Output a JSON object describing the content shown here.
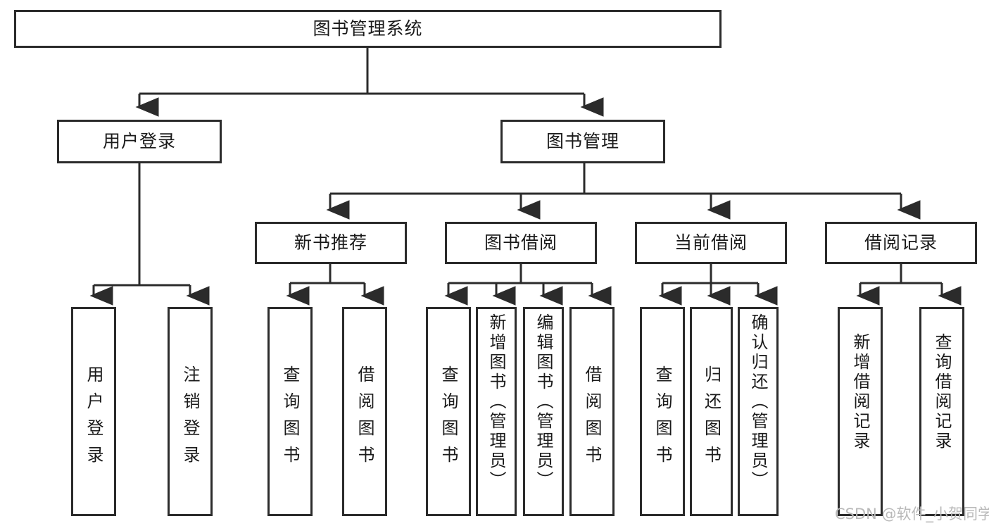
{
  "diagram": {
    "type": "tree",
    "title": "图书管理系统",
    "root": {
      "id": "root",
      "label": "图书管理系统"
    },
    "level2": [
      {
        "id": "user-login",
        "label": "用户登录"
      },
      {
        "id": "book-management",
        "label": "图书管理"
      }
    ],
    "level3": [
      {
        "id": "new-book-recommend",
        "label": "新书推荐"
      },
      {
        "id": "book-borrow",
        "label": "图书借阅"
      },
      {
        "id": "current-borrow",
        "label": "当前借阅"
      },
      {
        "id": "borrow-record",
        "label": "借阅记录"
      }
    ],
    "leaves": [
      {
        "id": "leaf-user-login",
        "label": "用户登录",
        "parent": "user-login"
      },
      {
        "id": "leaf-logout",
        "label": "注销登录",
        "parent": "user-login"
      },
      {
        "id": "leaf-query-book-1",
        "label": "查询图书",
        "parent": "new-book-recommend"
      },
      {
        "id": "leaf-borrow-book-1",
        "label": "借阅图书",
        "parent": "new-book-recommend"
      },
      {
        "id": "leaf-query-book-2",
        "label": "查询图书",
        "parent": "book-borrow"
      },
      {
        "id": "leaf-add-book",
        "label": "新增图书（管理员）",
        "parent": "book-borrow"
      },
      {
        "id": "leaf-edit-book",
        "label": "编辑图书（管理员）",
        "parent": "book-borrow"
      },
      {
        "id": "leaf-borrow-book-2",
        "label": "借阅图书",
        "parent": "book-borrow"
      },
      {
        "id": "leaf-query-book-3",
        "label": "查询图书",
        "parent": "current-borrow"
      },
      {
        "id": "leaf-return-book",
        "label": "归还图书",
        "parent": "current-borrow"
      },
      {
        "id": "leaf-confirm-return",
        "label": "确认归还（管理员）",
        "parent": "current-borrow"
      },
      {
        "id": "leaf-add-record",
        "label": "新增借阅记录",
        "parent": "borrow-record"
      },
      {
        "id": "leaf-query-record",
        "label": "查询借阅记录",
        "parent": "borrow-record"
      }
    ],
    "colors": {
      "stroke": "#2b2b2b",
      "fill": "#ffffff",
      "text": "#1a1a1a",
      "watermark": "#b9b9b9"
    }
  },
  "watermark": {
    "text": "CSDN @软件_小贺同学"
  }
}
